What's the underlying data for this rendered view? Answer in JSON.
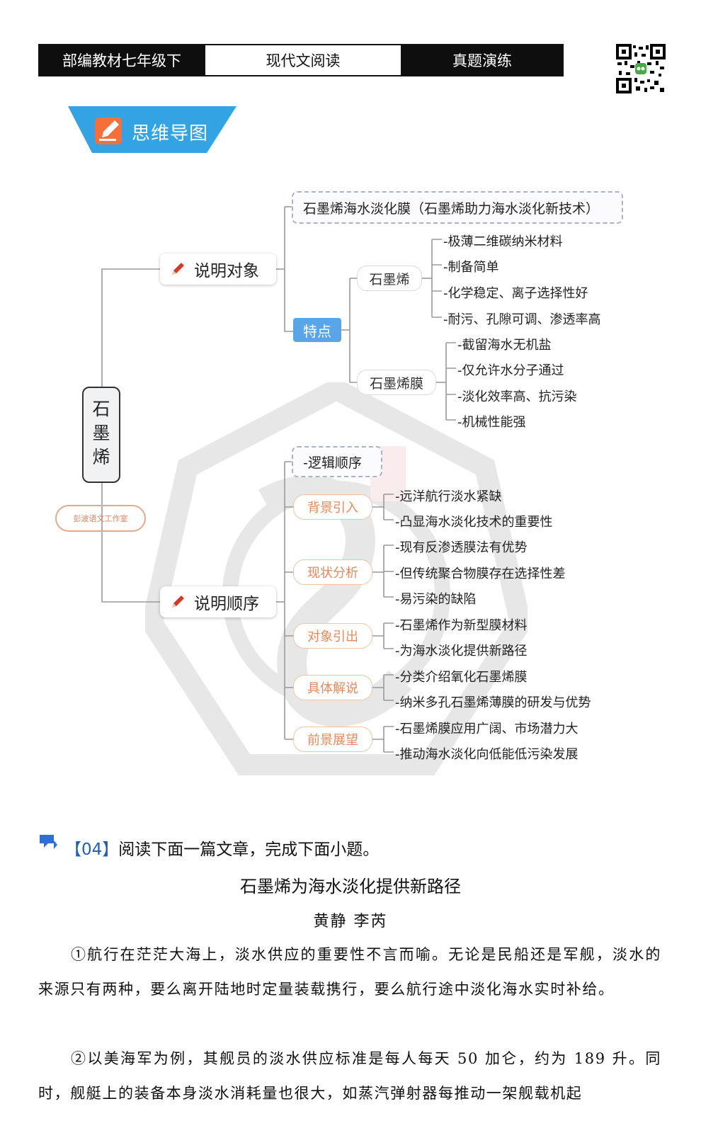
{
  "header": {
    "left": "部编教材七年级下",
    "middle": "现代文阅读",
    "right": "真题演练"
  },
  "banner": {
    "label": "思维导图"
  },
  "mindmap": {
    "root": [
      "石",
      "墨",
      "烯"
    ],
    "studio": "彭波语文工作室",
    "object": {
      "label": "说明对象",
      "main": "石墨烯海水淡化膜（石墨烯助力海水淡化新技术）",
      "feature_label": "特点",
      "graphene": {
        "label": "石墨烯",
        "items": [
          "-极薄二维碳纳米材料",
          "-制备简单",
          "-化学稳定、离子选择性好",
          "-耐污、孔隙可调、渗透率高"
        ]
      },
      "membrane": {
        "label": "石墨烯膜",
        "items": [
          "-截留海水无机盐",
          "-仅允许水分子通过",
          "-淡化效率高、抗污染",
          "-机械性能强"
        ]
      }
    },
    "order": {
      "label": "说明顺序",
      "logic": "-逻辑顺序",
      "groups": [
        {
          "label": "背景引入",
          "items": [
            "-远洋航行淡水紧缺",
            "-凸显海水淡化技术的重要性"
          ]
        },
        {
          "label": "现状分析",
          "items": [
            "-现有反渗透膜法有优势",
            "-但传统聚合物膜存在选择性差",
            "-易污染的缺陷"
          ]
        },
        {
          "label": "对象引出",
          "items": [
            "-石墨烯作为新型膜材料",
            "-为海水淡化提供新路径"
          ]
        },
        {
          "label": "具体解说",
          "items": [
            "-分类介绍氧化石墨烯膜",
            "-纳米多孔石墨烯薄膜的研发与优势"
          ]
        },
        {
          "label": "前景展望",
          "items": [
            "-石墨烯膜应用广阔、市场潜力大",
            "-推动海水淡化向低能低污染发展"
          ]
        }
      ]
    }
  },
  "question": {
    "number": "【04】",
    "instruction": "阅读下面一篇文章，完成下面小题。"
  },
  "article": {
    "title": "石墨烯为海水淡化提供新路径",
    "authors": "黄静  李芮",
    "paragraphs": [
      "①航行在茫茫大海上，淡水供应的重要性不言而喻。无论是民船还是军舰，淡水的来源只有两种，要么离开陆地时定量装载携行，要么航行途中淡化海水实时补给。",
      "②以美海军为例，其舰员的淡水供应标准是每人每天 50 加仑，约为 189 升。同时，舰艇上的装备本身淡水消耗量也很大，如蒸汽弹射器每推动一架舰载机起"
    ]
  }
}
